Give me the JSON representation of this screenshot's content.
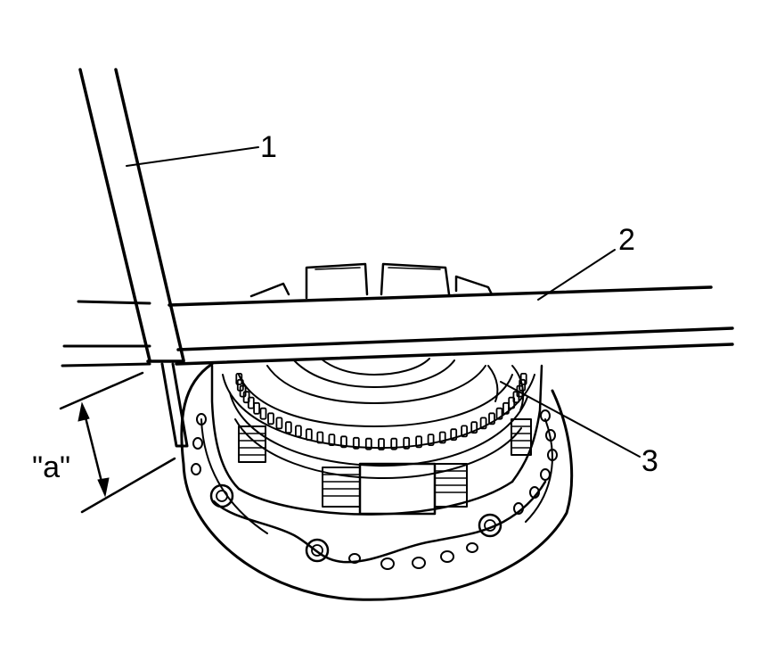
{
  "callouts": {
    "one": "1",
    "two": "2",
    "three": "3",
    "dimension": "\"a\""
  },
  "colors": {
    "line": "#000000",
    "background": "#ffffff"
  }
}
